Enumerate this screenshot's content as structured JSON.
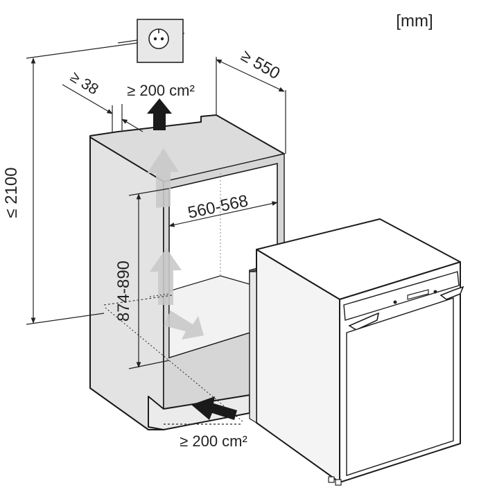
{
  "unit_label": "[mm]",
  "dimensions": {
    "max_height": "≤ 2100",
    "min_depth": "≥ 550",
    "min_gap": "≥ 38",
    "niche_width": "560-568",
    "niche_height": "874-890"
  },
  "ventilation": {
    "top_opening": "≥ 200 cm²",
    "bottom_opening": "≥ 200 cm²"
  },
  "icons": {
    "socket": "power-socket-icon"
  },
  "colors": {
    "line": "#1a1a1a",
    "housing_fill": "#e6e6e6",
    "niche_fill": "#ffffff",
    "appliance_side": "#f4f4f4",
    "airflow_arrow": "#c9c9c9",
    "vent_arrow": "#1a1a1a"
  }
}
